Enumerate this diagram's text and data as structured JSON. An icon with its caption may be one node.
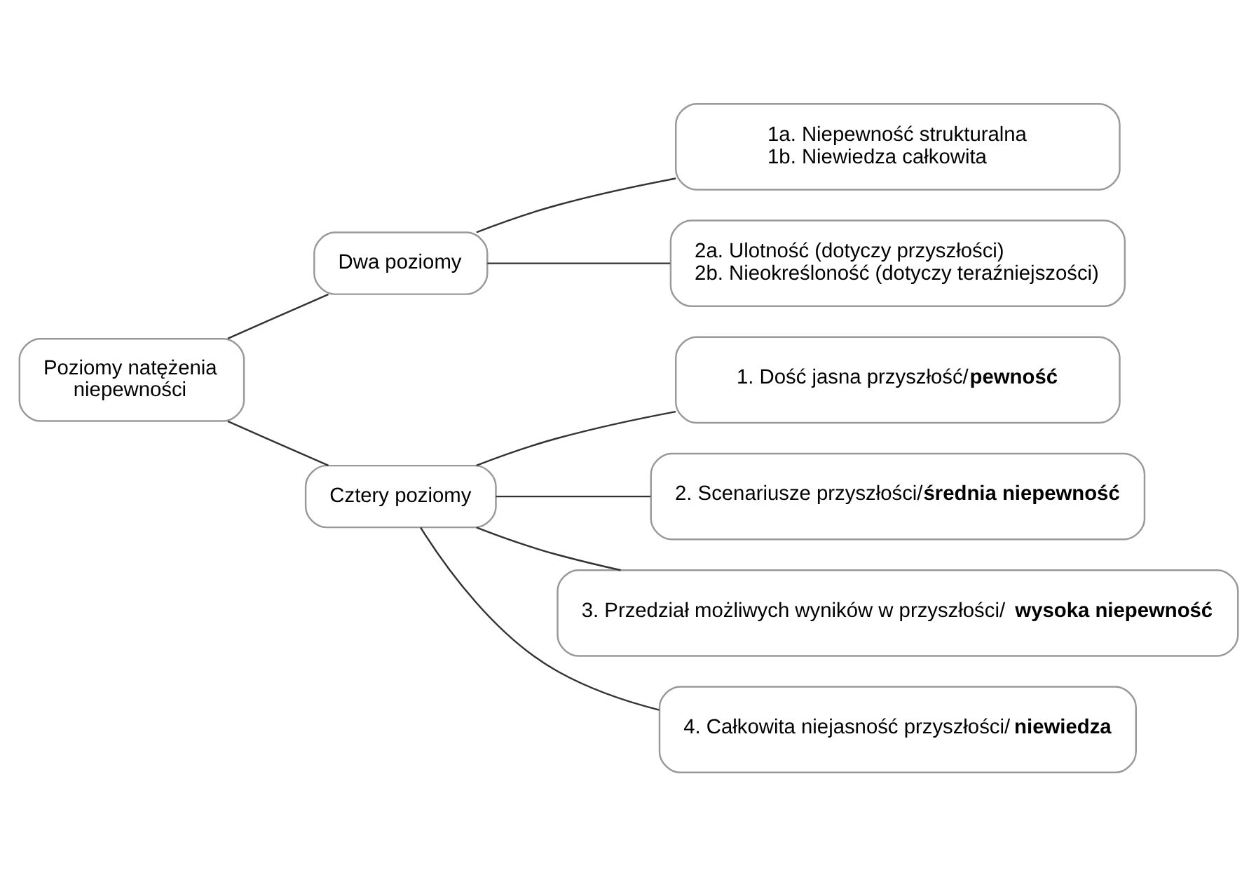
{
  "diagram": {
    "nodes": [
      {
        "text": [
          "Poziomy natężenia niepewności"
        ]
      },
      {
        "text": [
          "Dwa poziomy"
        ]
      },
      {
        "text": [
          "1a. Niepewność strukturalna",
          "1b. Niewiedza całkowita"
        ]
      },
      {
        "text": [
          "2a. Ulotność (dotyczy przyszłości)",
          "2b. Nieokreśloność (dotyczy teraźniejszości)"
        ]
      },
      {
        "text": [
          "Cztery poziomy"
        ]
      },
      {
        "text": [
          "1. Dość jasna przyszłość/**pewność**"
        ]
      },
      {
        "text": [
          "2. Scenariusze przyszłości/**średnia niepewność**"
        ]
      },
      {
        "text": [
          "3. Przedział możliwych wyników w przyszłości/ **wysoka niepewność**"
        ]
      },
      {
        "text": [
          "4. Całkowita niejasność przyszłości/**niewiedza**"
        ]
      }
    ],
    "edges": [
      {
        "from": 0,
        "to": 1,
        "arrow": "none"
      },
      {
        "from": 0,
        "to": 4,
        "arrow": "none"
      },
      {
        "from": 1,
        "to": 2,
        "arrow": "none"
      },
      {
        "from": 1,
        "to": 3,
        "arrow": "none"
      },
      {
        "from": 4,
        "to": 5,
        "arrow": "none"
      },
      {
        "from": 4,
        "to": 6,
        "arrow": "none"
      },
      {
        "from": 4,
        "to": 7,
        "arrow": "none"
      },
      {
        "from": 4,
        "to": 8,
        "arrow": "none"
      }
    ]
  }
}
